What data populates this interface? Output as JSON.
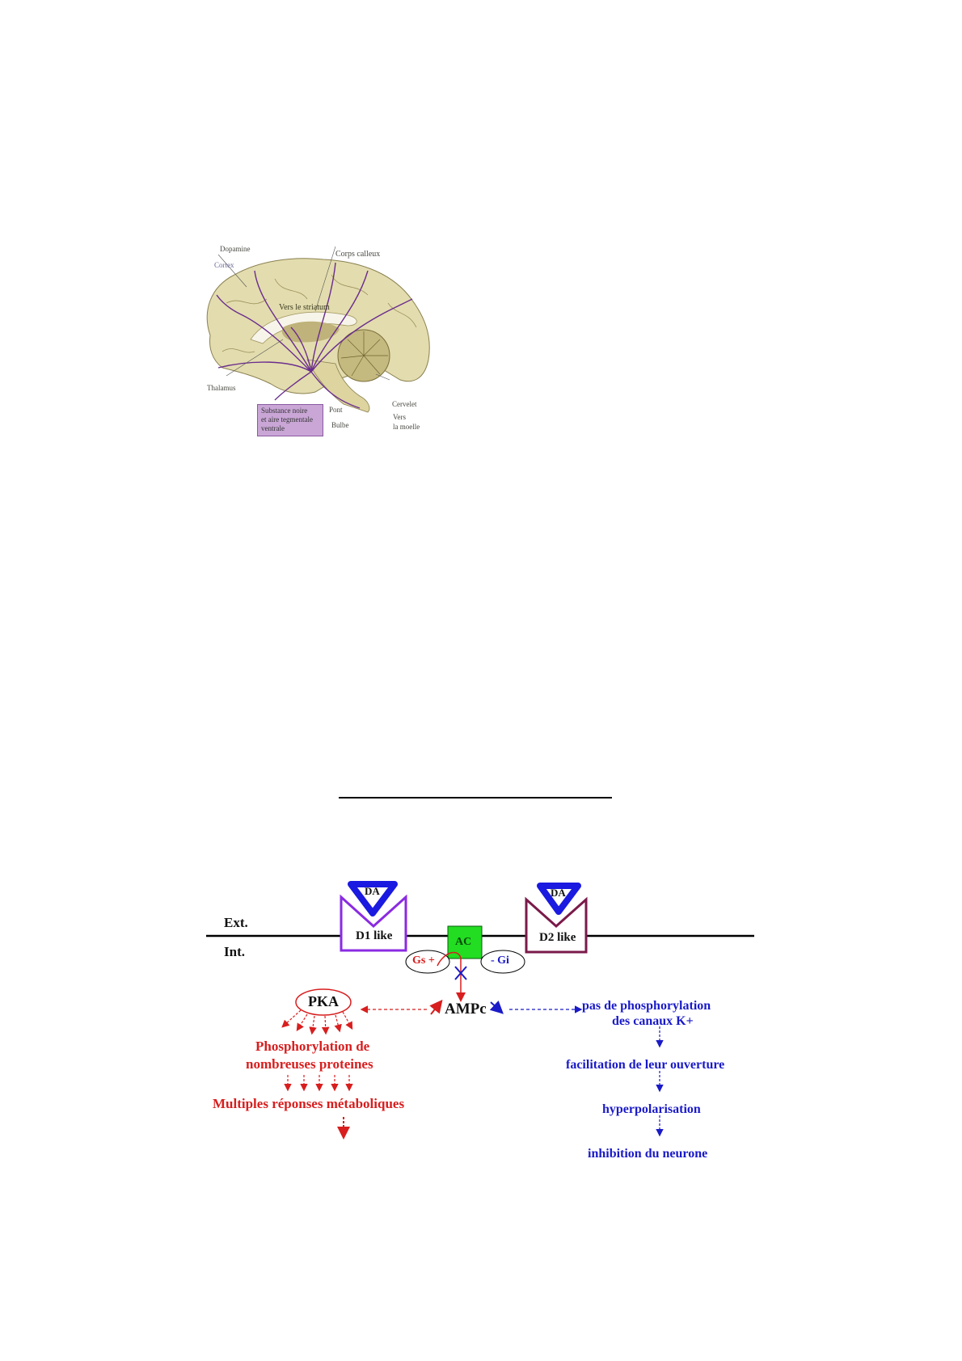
{
  "figure1": {
    "title": "Dopamine pathways (brain sagittal view)",
    "labels": {
      "dopamine": "Dopamine",
      "cortex": "Cortex",
      "corps_calleux": "Corps calleux",
      "vers_striatum": "Vers le striatum",
      "thalamus": "Thalamus",
      "substance_line1": "Substance noire",
      "substance_line2": "et aire tegmentale",
      "substance_line3": "ventrale",
      "pont": "Pont",
      "bulbe": "Bulbe",
      "cervelet": "Cervelet",
      "vers_moelle_1": "Vers",
      "vers_moelle_2": "la moelle"
    },
    "colors": {
      "brain": "#e3dcae",
      "fiber": "#6a2c8e",
      "box": "#c9a6d6"
    }
  },
  "figure2": {
    "membrane": {
      "ext": "Ext.",
      "int": "Int."
    },
    "receptors": {
      "d1": {
        "label": "D1 like",
        "ligand": "DA",
        "color": "#8a2be2"
      },
      "d2": {
        "label": "D2 like",
        "ligand": "DA",
        "color": "#7a1a4a"
      }
    },
    "ac": {
      "label": "AC",
      "color": "#22dd22"
    },
    "gs": "Gs +",
    "gi": "- Gi",
    "ampc": "AMPc",
    "pka": "PKA",
    "left_chain": {
      "line1": "Phosphorylation de",
      "line2": "nombreuses proteines",
      "line3": "Multiples réponses métaboliques"
    },
    "right_chain": {
      "line1": "pas de phosphorylation",
      "line2": "des canaux K+",
      "line3": "facilitation de leur ouverture",
      "line4": "hyperpolarisation",
      "line5": "inhibition du neurone"
    },
    "colors": {
      "activation": "#d81e1e",
      "inhibition": "#1a1ac8",
      "ligand": "#1a1ae0"
    }
  }
}
